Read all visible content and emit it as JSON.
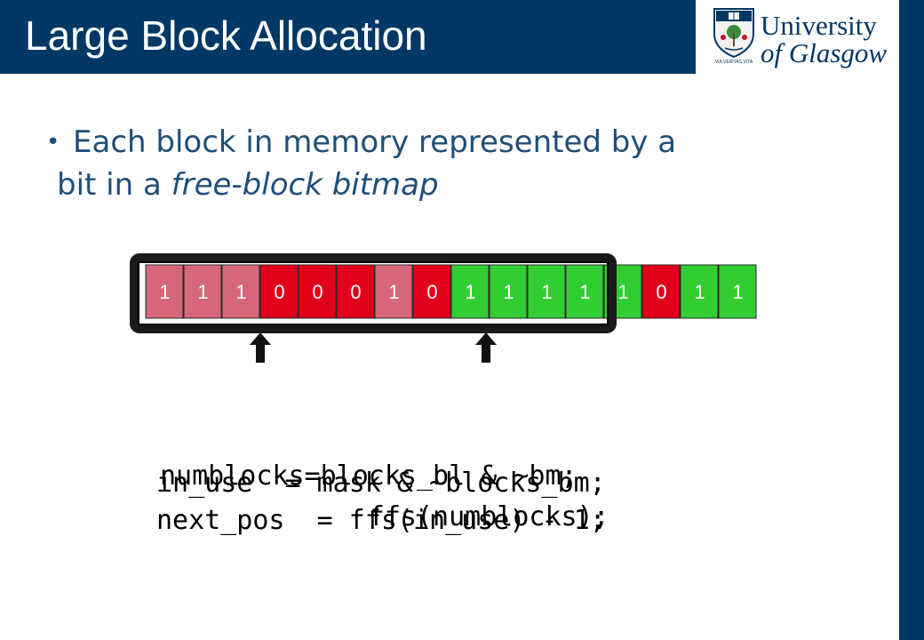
{
  "slide": {
    "title": "Large Block Allocation",
    "bullet": {
      "line1": "Each block in memory represented by a",
      "line2_prefix": "bit in a ",
      "line2_emphasis": "free-block bitmap"
    }
  },
  "logo": {
    "line1": "University",
    "line2": "of Glasgow",
    "motto": "VIA VERITAS VITA"
  },
  "bitmap": {
    "bits": [
      "1",
      "1",
      "1",
      "0",
      "0",
      "0",
      "1",
      "0",
      "1",
      "1",
      "1",
      "1",
      "1",
      "0",
      "1",
      "1"
    ],
    "states": [
      "allocated",
      "allocated",
      "allocated",
      "free",
      "free",
      "free",
      "allocated",
      "free",
      "used",
      "used",
      "used",
      "used",
      "used",
      "free",
      "used",
      "used"
    ]
  },
  "code": {
    "layer_a": {
      "line1": "in_use  = mask & ~blocks_bm;",
      "line2": "next_pos  = ffs(in_use) - 1;"
    },
    "layer_b": {
      "line1": "numblocks=blocks_bl & ~bm;",
      "line2": "             ffs(numblocks);"
    }
  },
  "colors": {
    "brand": "#003865",
    "bullet_text": "#1f4e79",
    "bit_allocated": "#d4687a",
    "bit_free": "#e0001b",
    "bit_used": "#33cc33",
    "mask_frame": "#1a1a1a"
  },
  "icons": [
    "bullet-dot-icon",
    "up-arrow-icon",
    "university-crest-icon"
  ]
}
